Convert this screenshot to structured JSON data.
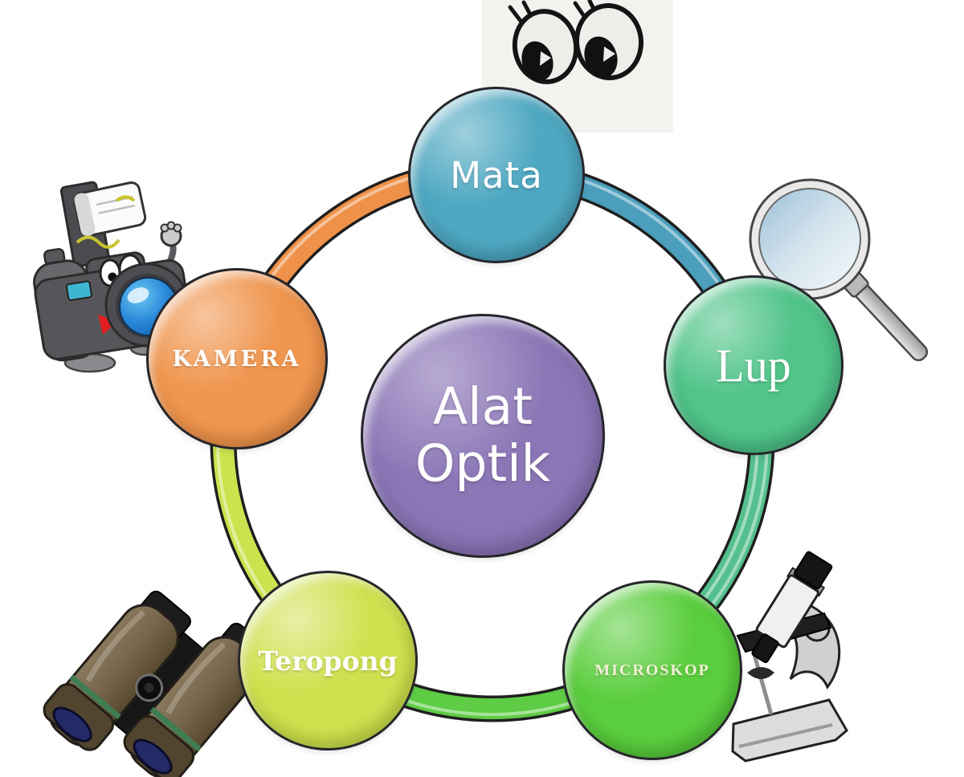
{
  "diagram": {
    "title": "Alat Optik",
    "center": {
      "line1": "Alat",
      "line2": "Optik",
      "color": "#8B76B6",
      "text_color": "#FFFFFF"
    },
    "nodes": [
      {
        "id": "mata",
        "label": "Mata",
        "color": "#4FA8C2",
        "position": "top"
      },
      {
        "id": "lup",
        "label": "Lup",
        "color": "#50C489",
        "position": "right"
      },
      {
        "id": "mikroskop",
        "label": "MICROSKOP",
        "color": "#5BCE3E",
        "position": "bottom-right"
      },
      {
        "id": "teropong",
        "label": "Teropong",
        "color": "#CFE14F",
        "position": "bottom-left"
      },
      {
        "id": "kamera",
        "label": "KAMERA",
        "color": "#F0964F",
        "position": "left"
      }
    ],
    "ring_segments": [
      {
        "from": "kamera",
        "to": "mata",
        "color": "#EF9149"
      },
      {
        "from": "mata",
        "to": "lup",
        "color": "#4B9FBC"
      },
      {
        "from": "lup",
        "to": "mikroskop",
        "color": "#54C08D"
      },
      {
        "from": "mikroskop",
        "to": "teropong",
        "color": "#5ECC44"
      },
      {
        "from": "teropong",
        "to": "kamera",
        "color": "#CCE24E"
      }
    ],
    "icons": [
      {
        "name": "cartoon-eyes-icon"
      },
      {
        "name": "magnifying-glass-icon"
      },
      {
        "name": "cartoon-camera-icon"
      },
      {
        "name": "binoculars-icon"
      },
      {
        "name": "microscope-icon"
      }
    ],
    "background_color": "#FFFFFF",
    "eyes_backdrop_color": "#F4F2EF"
  }
}
